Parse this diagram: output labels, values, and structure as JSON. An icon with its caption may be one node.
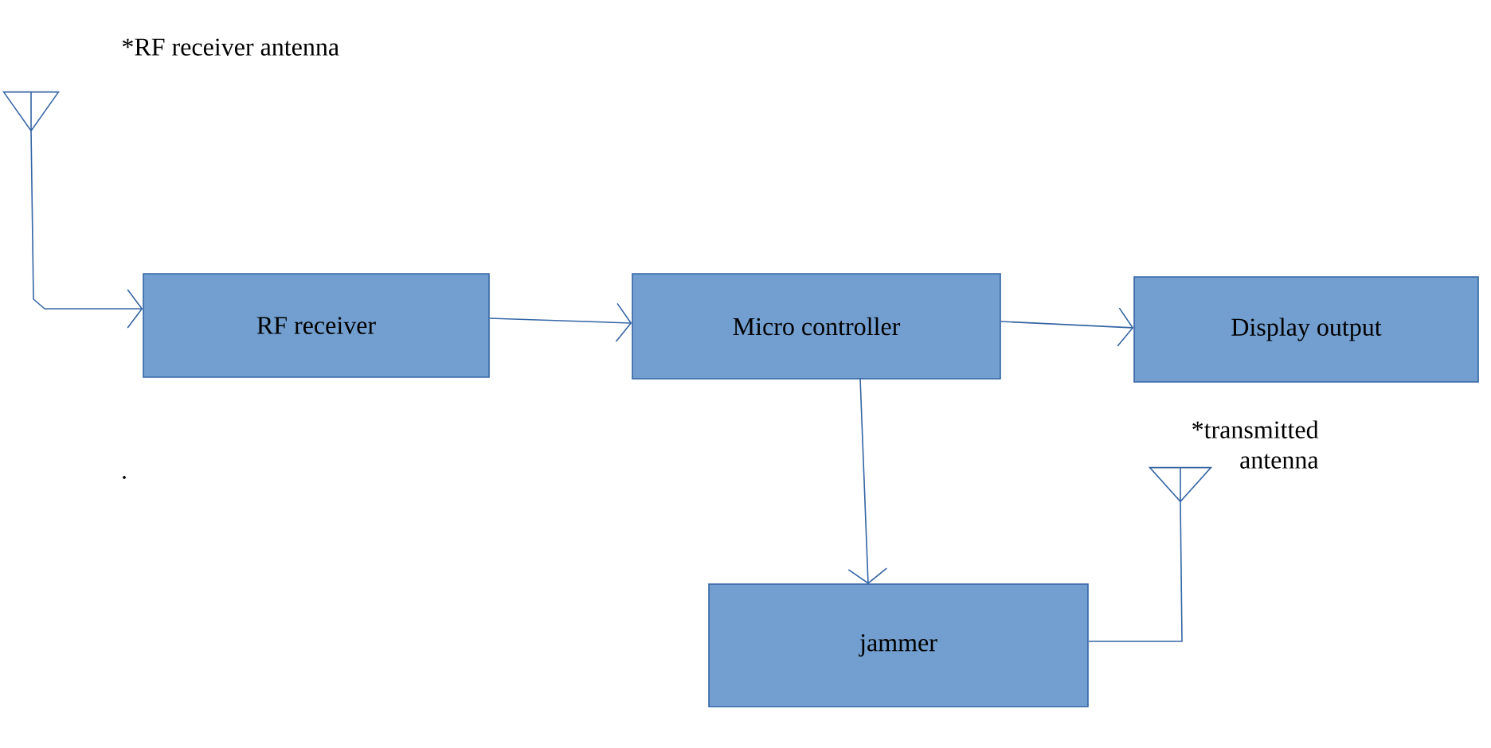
{
  "diagram": {
    "nodes": [
      {
        "text": [],
        "shape": "antenna",
        "beside": [
          "*RF receiver antenna"
        ]
      },
      {
        "text": [
          "RF receiver"
        ]
      },
      {
        "text": [
          "Micro controller"
        ]
      },
      {
        "text": [
          "Display output"
        ]
      },
      {
        "text": [
          "jammer"
        ]
      },
      {
        "text": [],
        "shape": "antenna",
        "beside": [
          "*transmitted antenna"
        ]
      }
    ],
    "edges": [
      {
        "from": 0,
        "to": 1,
        "arrow": "to"
      },
      {
        "from": 1,
        "to": 2,
        "arrow": "to"
      },
      {
        "from": 2,
        "to": 3,
        "arrow": "to"
      },
      {
        "from": 2,
        "to": 4,
        "arrow": "to"
      },
      {
        "from": 4,
        "to": 5,
        "arrow": "none"
      }
    ],
    "labels": [
      "."
    ]
  }
}
